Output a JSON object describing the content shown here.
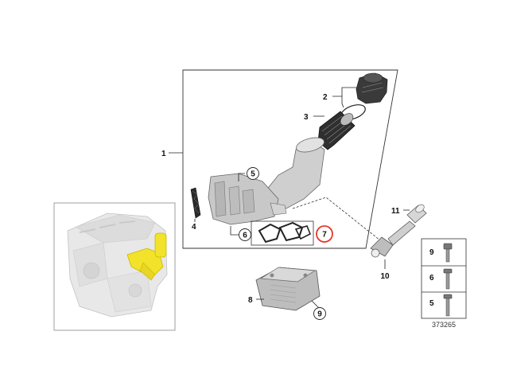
{
  "callouts": {
    "c1": "1",
    "c2": "2",
    "c3": "3",
    "c4": "4",
    "c5": "5",
    "c6": "6",
    "c7": "7",
    "c8": "8",
    "c9": "9",
    "c10": "10",
    "c11": "11"
  },
  "side_panel": {
    "p9": "9",
    "p6": "6",
    "p5": "5"
  },
  "reference_number": "373265",
  "colors": {
    "engine_highlight": "#f2e22a",
    "selected_circle": "#e23a2a"
  }
}
